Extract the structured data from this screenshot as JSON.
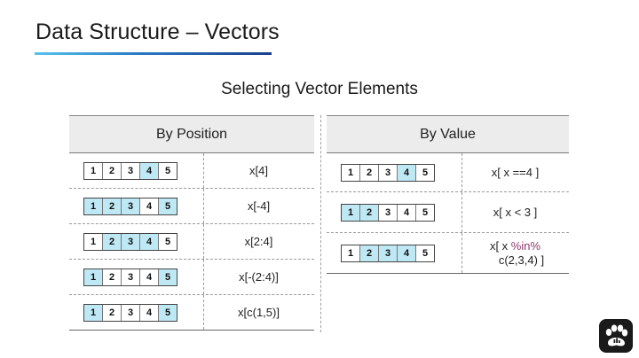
{
  "slide": {
    "title": "Data Structure – Vectors",
    "section_title": "Selecting Vector Elements"
  },
  "by_position": {
    "header": "By Position",
    "rows": [
      {
        "vector": [
          "1",
          "2",
          "3",
          "4",
          "5"
        ],
        "selected": [
          false,
          false,
          false,
          true,
          false
        ],
        "expr": "x[4]"
      },
      {
        "vector": [
          "1",
          "2",
          "3",
          "4",
          "5"
        ],
        "selected": [
          true,
          true,
          true,
          false,
          true
        ],
        "expr": "x[-4]"
      },
      {
        "vector": [
          "1",
          "2",
          "3",
          "4",
          "5"
        ],
        "selected": [
          false,
          true,
          true,
          true,
          false
        ],
        "expr": "x[2:4]"
      },
      {
        "vector": [
          "1",
          "2",
          "3",
          "4",
          "5"
        ],
        "selected": [
          true,
          false,
          false,
          false,
          true
        ],
        "expr": "x[-(2:4)]"
      },
      {
        "vector": [
          "1",
          "2",
          "3",
          "4",
          "5"
        ],
        "selected": [
          true,
          false,
          false,
          false,
          true
        ],
        "expr": "x[c(1,5)]"
      }
    ]
  },
  "by_value": {
    "header": "By Value",
    "rows": [
      {
        "vector": [
          "1",
          "2",
          "3",
          "4",
          "5"
        ],
        "selected": [
          false,
          false,
          false,
          true,
          false
        ],
        "expr": "x[ x ==4 ]"
      },
      {
        "vector": [
          "1",
          "2",
          "3",
          "4",
          "5"
        ],
        "selected": [
          true,
          true,
          false,
          false,
          false
        ],
        "expr": "x[ x < 3 ]"
      },
      {
        "vector": [
          "1",
          "2",
          "3",
          "4",
          "5"
        ],
        "selected": [
          false,
          true,
          true,
          true,
          false
        ],
        "expr_prefix": "x[ x ",
        "expr_op": "%in%",
        "expr_suffix": "c(2,3,4) ]"
      }
    ]
  },
  "colors": {
    "selected_fill": "#bfe8f5",
    "rule_gradient": [
      "#55c3ec",
      "#1b3f8c"
    ],
    "operator": "#8a3a6e"
  },
  "icons": {
    "logo": "paw-icon"
  }
}
